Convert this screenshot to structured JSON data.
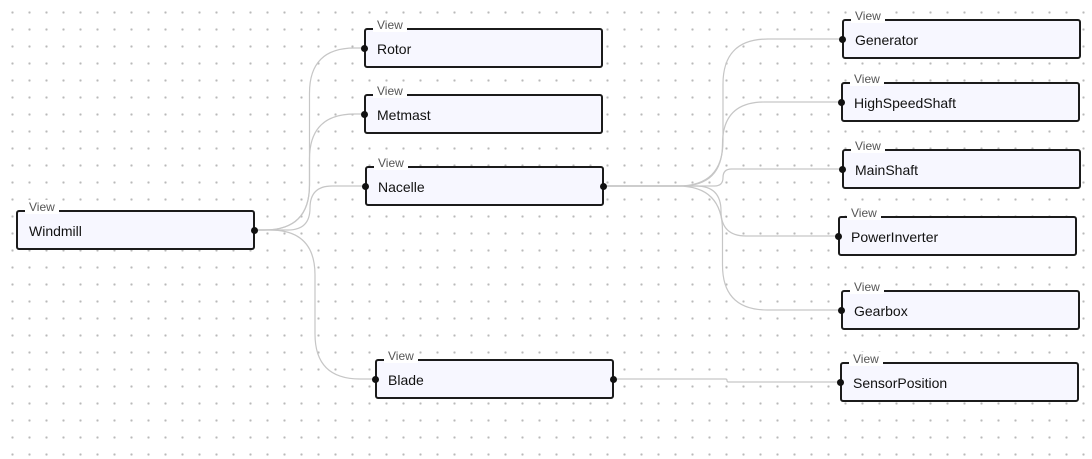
{
  "diagram": {
    "nodes": [
      {
        "id": "windmill",
        "type": "View",
        "label": "Windmill",
        "in": false,
        "out": true
      },
      {
        "id": "rotor",
        "type": "View",
        "label": "Rotor",
        "in": true,
        "out": false
      },
      {
        "id": "metmast",
        "type": "View",
        "label": "Metmast",
        "in": true,
        "out": false
      },
      {
        "id": "nacelle",
        "type": "View",
        "label": "Nacelle",
        "in": true,
        "out": true
      },
      {
        "id": "blade",
        "type": "View",
        "label": "Blade",
        "in": true,
        "out": true
      },
      {
        "id": "generator",
        "type": "View",
        "label": "Generator",
        "in": true,
        "out": false
      },
      {
        "id": "highspeedshaft",
        "type": "View",
        "label": "HighSpeedShaft",
        "in": true,
        "out": false
      },
      {
        "id": "mainshaft",
        "type": "View",
        "label": "MainShaft",
        "in": true,
        "out": false
      },
      {
        "id": "powerinverter",
        "type": "View",
        "label": "PowerInverter",
        "in": true,
        "out": false
      },
      {
        "id": "gearbox",
        "type": "View",
        "label": "Gearbox",
        "in": true,
        "out": false
      },
      {
        "id": "sensorposition",
        "type": "View",
        "label": "SensorPosition",
        "in": true,
        "out": false
      }
    ],
    "edges": [
      {
        "from": "windmill",
        "to": "rotor"
      },
      {
        "from": "windmill",
        "to": "metmast"
      },
      {
        "from": "windmill",
        "to": "nacelle"
      },
      {
        "from": "windmill",
        "to": "blade"
      },
      {
        "from": "nacelle",
        "to": "generator"
      },
      {
        "from": "nacelle",
        "to": "highspeedshaft"
      },
      {
        "from": "nacelle",
        "to": "mainshaft"
      },
      {
        "from": "nacelle",
        "to": "powerinverter"
      },
      {
        "from": "nacelle",
        "to": "gearbox"
      },
      {
        "from": "blade",
        "to": "sensorposition"
      }
    ]
  }
}
